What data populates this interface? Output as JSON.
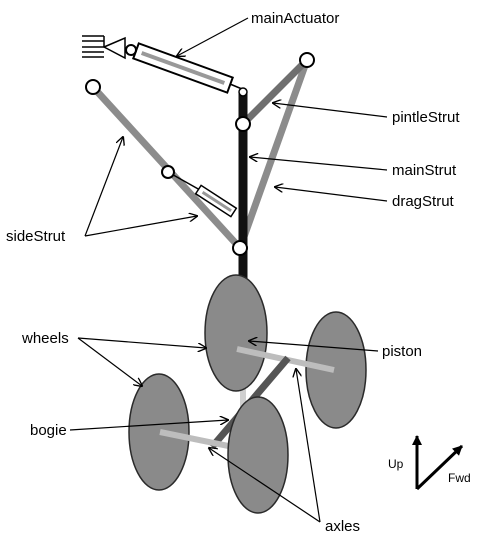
{
  "labels": {
    "main_actuator": "mainActuator",
    "pintle_strut": "pintleStrut",
    "main_strut": "mainStrut",
    "drag_strut": "dragStrut",
    "side_strut": "sideStrut",
    "wheels": "wheels",
    "piston": "piston",
    "bogie": "bogie",
    "axles": "axles"
  },
  "axes": {
    "up": "Up",
    "fwd": "Fwd"
  },
  "colors": {
    "strut_gray": "#8c8c8c",
    "main_strut": "#111111",
    "piston": "#d0d0d0",
    "bogie": "#555555",
    "axle": "#bdbdbd",
    "wheel_fill": "#8a8a8a",
    "wheel_stroke": "#2a2a2a"
  }
}
